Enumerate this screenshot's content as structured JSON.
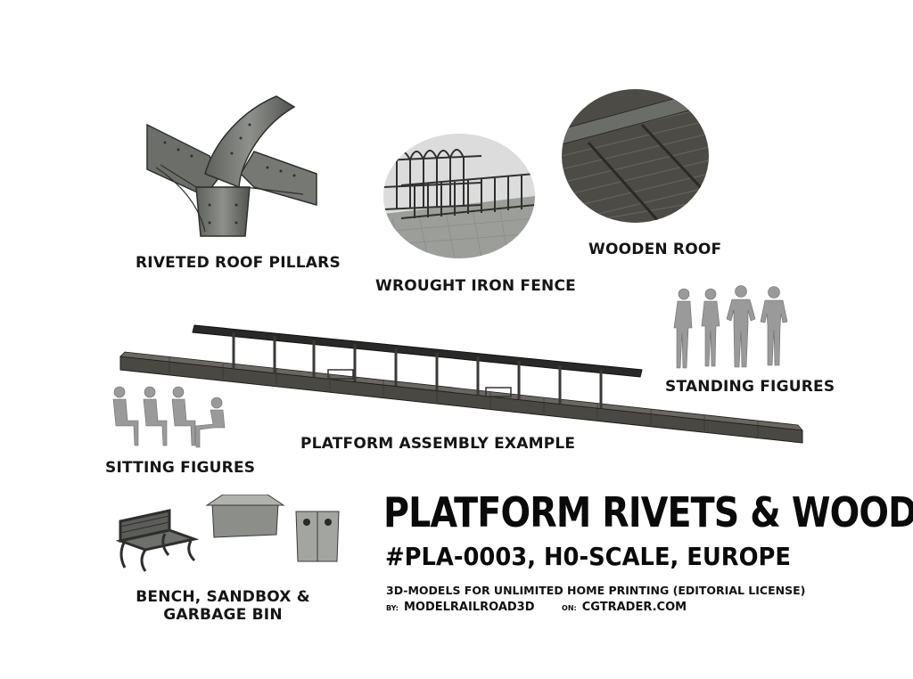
{
  "labels": {
    "pillars": "RIVETED ROOF PILLARS",
    "fence": "WROUGHT IRON FENCE",
    "roof": "WOODEN ROOF",
    "standing": "STANDING FIGURES",
    "sitting": "SITTING FIGURES",
    "assembly": "PLATFORM ASSEMBLY EXAMPLE",
    "bench_line1": "BENCH, SANDBOX &",
    "bench_line2": "GARBAGE BIN"
  },
  "product": {
    "title": "PLATFORM RIVETS & WOOD",
    "subtitle": "#PLA-0003, H0-SCALE, EUROPE",
    "license": "3D-MODELS FOR UNLIMITED HOME PRINTING (EDITORIAL LICENSE)",
    "by_label": "BY:",
    "by_value": "MODELRAILROAD3D",
    "on_label": "ON:",
    "on_value": "CGTRADER.COM"
  },
  "colors": {
    "model_grey": "#8a8d88",
    "model_dark": "#3a3c39",
    "wood_dark": "#4a4843",
    "figure_grey": "#9a9a9a"
  }
}
